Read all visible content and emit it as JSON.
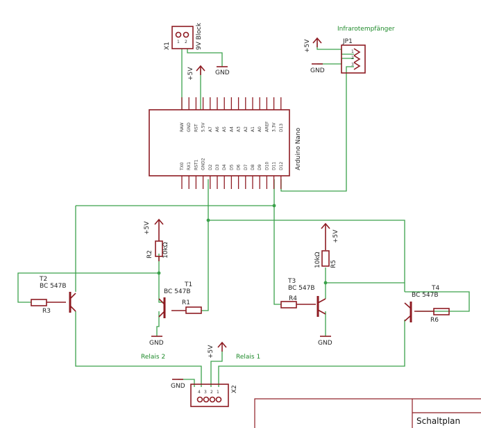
{
  "arduino": {
    "name": "Arduino Nano",
    "top_pins": [
      "RAW",
      "GND",
      "RST",
      "5.5V",
      "A7",
      "A6",
      "A5",
      "A4",
      "A3",
      "A2",
      "A1",
      "A0",
      "AREF",
      "3.3V",
      "D13"
    ],
    "bottom_pins": [
      "TX0",
      "RX1",
      "RST1",
      "GND2",
      "D2",
      "D3",
      "D4",
      "D5",
      "D6",
      "D7",
      "D8",
      "D9",
      "D10",
      "D11",
      "D12"
    ]
  },
  "power_labels": {
    "p5v": "+5V",
    "gnd": "GND"
  },
  "x1": {
    "name": "X1",
    "value": "9V Block",
    "pins": [
      "1",
      "2"
    ]
  },
  "jp1": {
    "name": "JP1",
    "value": "Infrarotempfänger",
    "pins": [
      "1",
      "2",
      "3"
    ]
  },
  "x2": {
    "name": "X2",
    "pins": [
      "4",
      "3",
      "2",
      "1"
    ]
  },
  "relais": {
    "r2": "Relais 2",
    "r1": "Relais 1"
  },
  "transistors": [
    {
      "name": "T1",
      "value": "BC 547B"
    },
    {
      "name": "T2",
      "value": "BC 547B"
    },
    {
      "name": "T3",
      "value": "BC 547B"
    },
    {
      "name": "T4",
      "value": "BC 547B"
    }
  ],
  "resistors": {
    "r1": "R1",
    "r2": "R2",
    "r3": "R3",
    "r4": "R4",
    "r5": "R5",
    "r6": "R6",
    "r2_value": "10kΩ",
    "r5_value": "10kΩ"
  },
  "title_block": {
    "text": "Schaltplan"
  },
  "colors": {
    "wire": "#3aa14a",
    "part": "#8e1b22",
    "label_green": "#1e8a2a"
  }
}
